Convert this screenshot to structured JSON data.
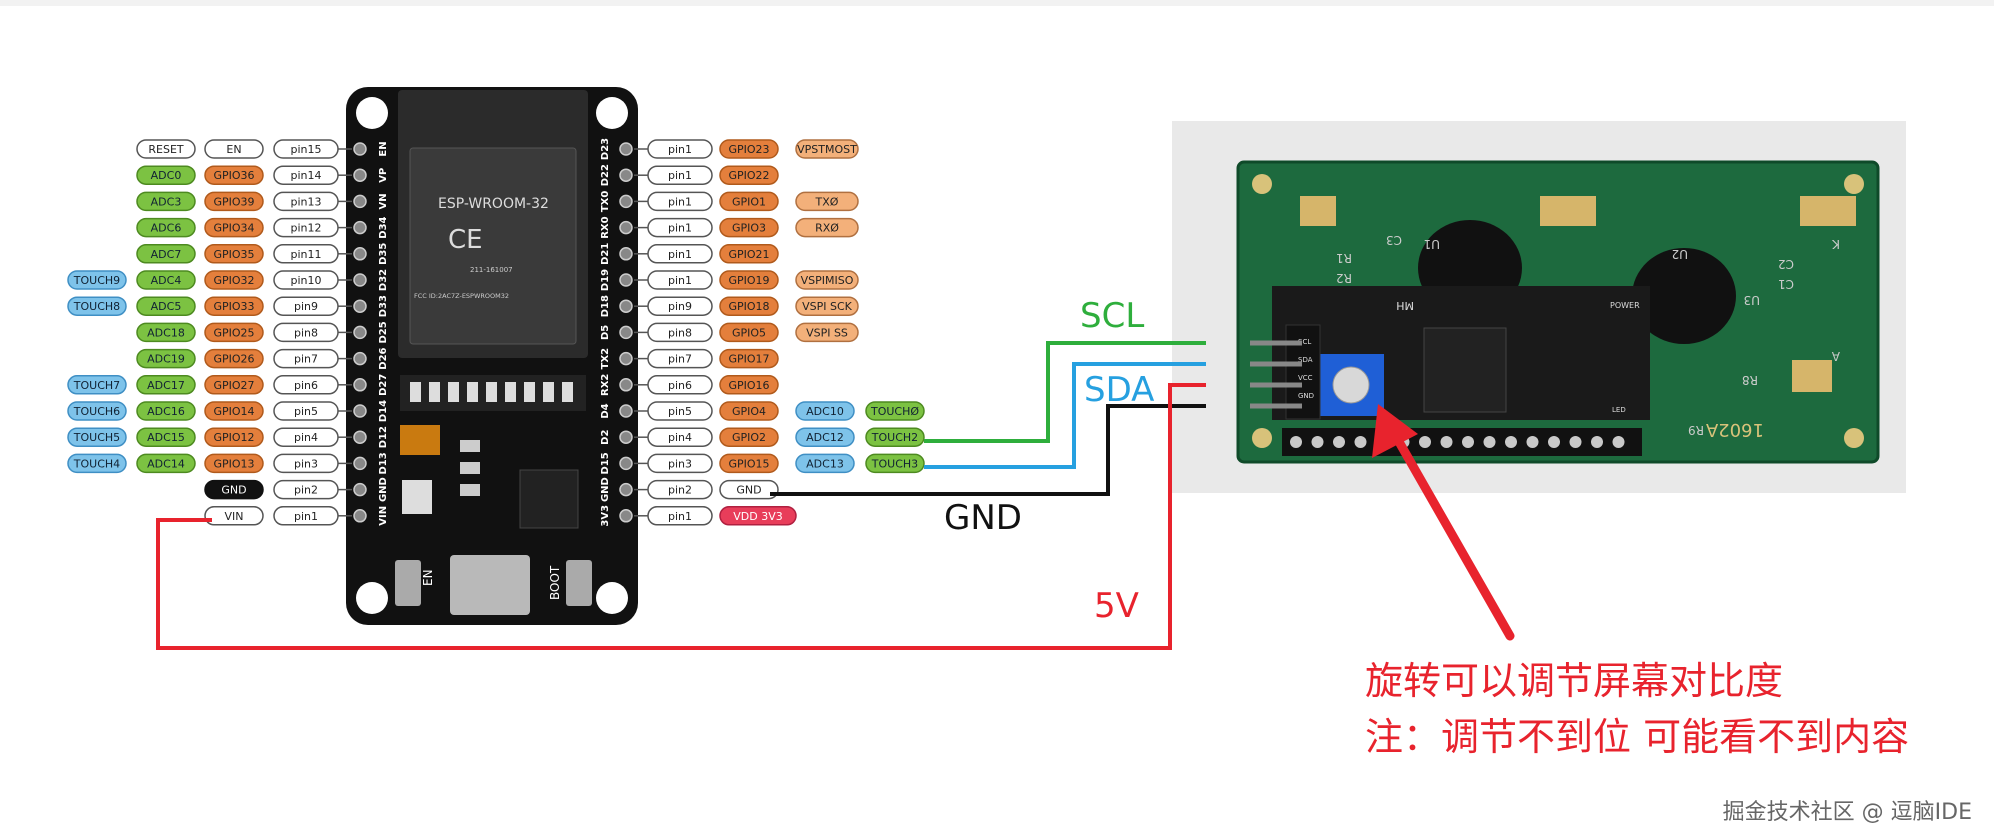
{
  "left_header": {
    "reset": "RESET",
    "en": "EN",
    "pin": "pin15"
  },
  "left_pins": [
    {
      "touch": "",
      "adc": "ADC0",
      "gpio": "GPIO36",
      "pin": "pin14"
    },
    {
      "touch": "",
      "adc": "ADC3",
      "gpio": "GPIO39",
      "pin": "pin13"
    },
    {
      "touch": "",
      "adc": "ADC6",
      "gpio": "GPIO34",
      "pin": "pin12"
    },
    {
      "touch": "",
      "adc": "ADC7",
      "gpio": "GPIO35",
      "pin": "pin11"
    },
    {
      "touch": "TOUCH9",
      "adc": "ADC4",
      "gpio": "GPIO32",
      "pin": "pin10"
    },
    {
      "touch": "TOUCH8",
      "adc": "ADC5",
      "gpio": "GPIO33",
      "pin": "pin9"
    },
    {
      "touch": "",
      "adc": "ADC18",
      "gpio": "GPIO25",
      "pin": "pin8"
    },
    {
      "touch": "",
      "adc": "ADC19",
      "gpio": "GPIO26",
      "pin": "pin7"
    },
    {
      "touch": "TOUCH7",
      "adc": "ADC17",
      "gpio": "GPIO27",
      "pin": "pin6"
    },
    {
      "touch": "TOUCH6",
      "adc": "ADC16",
      "gpio": "GPIO14",
      "pin": "pin5"
    },
    {
      "touch": "TOUCH5",
      "adc": "ADC15",
      "gpio": "GPIO12",
      "pin": "pin4"
    },
    {
      "touch": "TOUCH4",
      "adc": "ADC14",
      "gpio": "GPIO13",
      "pin": "pin3"
    }
  ],
  "left_gnd": {
    "label": "GND",
    "pin": "pin2"
  },
  "left_vin": {
    "label": "VIN",
    "pin": "pin1"
  },
  "right_pins": [
    {
      "pin": "pin1",
      "gpio": "GPIO23",
      "func": "VPSTMOST",
      "adc": "",
      "touch": ""
    },
    {
      "pin": "pin1",
      "gpio": "GPIO22",
      "func": "",
      "adc": "",
      "touch": ""
    },
    {
      "pin": "pin1",
      "gpio": "GPIO1",
      "func": "TXØ",
      "adc": "",
      "touch": ""
    },
    {
      "pin": "pin1",
      "gpio": "GPIO3",
      "func": "RXØ",
      "adc": "",
      "touch": ""
    },
    {
      "pin": "pin1",
      "gpio": "GPIO21",
      "func": "",
      "adc": "",
      "touch": ""
    },
    {
      "pin": "pin1",
      "gpio": "GPIO19",
      "func": "VSPIMISO",
      "adc": "",
      "touch": ""
    },
    {
      "pin": "pin9",
      "gpio": "GPIO18",
      "func": "VSPI SCK",
      "adc": "",
      "touch": ""
    },
    {
      "pin": "pin8",
      "gpio": "GPIO5",
      "func": "VSPI SS",
      "adc": "",
      "touch": ""
    },
    {
      "pin": "pin7",
      "gpio": "GPIO17",
      "func": "",
      "adc": "",
      "touch": ""
    },
    {
      "pin": "pin6",
      "gpio": "GPIO16",
      "func": "",
      "adc": "",
      "touch": ""
    },
    {
      "pin": "pin5",
      "gpio": "GPIO4",
      "func": "",
      "adc": "ADC10",
      "touch": "TOUCHØ"
    },
    {
      "pin": "pin4",
      "gpio": "GPIO2",
      "func": "",
      "adc": "ADC12",
      "touch": "TOUCH2"
    },
    {
      "pin": "pin3",
      "gpio": "GPIO15",
      "func": "",
      "adc": "ADC13",
      "touch": "TOUCH3"
    }
  ],
  "right_gnd": {
    "pin": "pin2",
    "label": "GND"
  },
  "right_vdd": {
    "pin": "pin1",
    "label": "VDD 3V3"
  },
  "board": {
    "module_name": "ESP-WROOM-32",
    "module_fcc": "FCC ID:2AC7Z-ESPWROOM32",
    "module_code": "211-161007",
    "module_ce": "CE",
    "left_edge": [
      "EN",
      "VP",
      "VN",
      "D34",
      "D35",
      "D32",
      "D33",
      "D25",
      "D26",
      "D27",
      "D14",
      "D12",
      "D13",
      "GND",
      "VIN"
    ],
    "right_edge": [
      "D23",
      "D22",
      "TX0",
      "RX0",
      "D21",
      "D19",
      "D18",
      "D5",
      "TX2",
      "RX2",
      "D4",
      "D2",
      "D15",
      "GND",
      "3V3"
    ],
    "en_button": "EN",
    "boot_button": "BOOT"
  },
  "lcd": {
    "model": "1602A",
    "labels": [
      "C3",
      "R1",
      "R2",
      "U1",
      "U2",
      "U3",
      "C1",
      "C2",
      "K",
      "A",
      "R8",
      "R9",
      "MH",
      "POWER",
      "SCL",
      "SDA",
      "VCC",
      "GND",
      "LED"
    ]
  },
  "wires": {
    "scl": "SCL",
    "sda": "SDA",
    "gnd": "GND",
    "v5": "5V"
  },
  "colors": {
    "scl": "#2eae3c",
    "sda": "#26a0e0",
    "gnd": "#111111",
    "v5": "#e8232d",
    "gpio": "#e47f3c",
    "adc": "#7cc242",
    "touch": "#7ec3ea",
    "func": "#f3b07a",
    "vdd": "#e83d5a"
  },
  "note": {
    "line1": "旋转可以调节屏幕对比度",
    "line2": "注：调节不到位 可能看不到内容"
  },
  "watermark": "掘金技术社区 @ 逗脑IDE"
}
